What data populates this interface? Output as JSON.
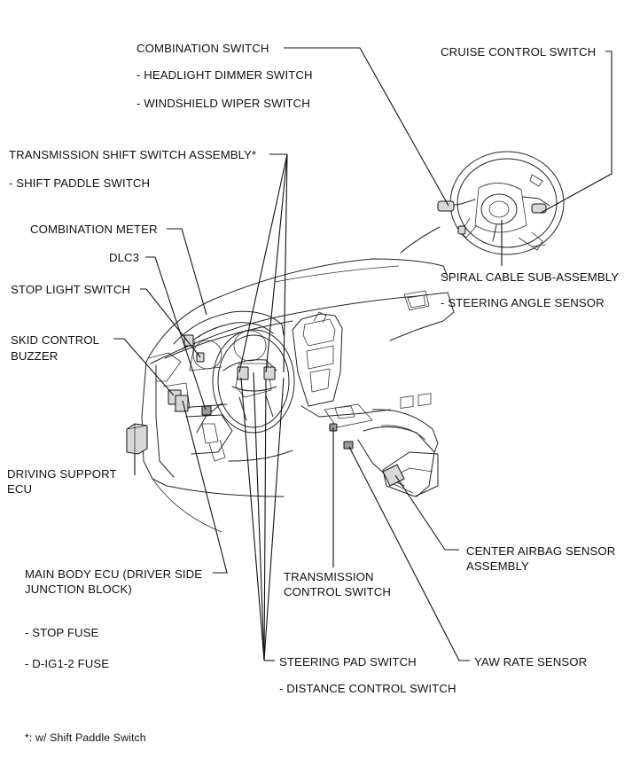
{
  "labels": {
    "combination_switch": "COMBINATION SWITCH",
    "headlight_dimmer_switch": "- HEADLIGHT DIMMER SWITCH",
    "windshield_wiper_switch": "- WINDSHIELD WIPER SWITCH",
    "cruise_control_switch": "CRUISE CONTROL SWITCH",
    "transmission_shift_switch": "TRANSMISSION SHIFT SWITCH ASSEMBLY*",
    "shift_paddle_switch": "- SHIFT PADDLE SWITCH",
    "combination_meter": "COMBINATION METER",
    "dlc3": "DLC3",
    "stop_light_switch": "STOP LIGHT SWITCH",
    "skid_control_buzzer": "SKID CONTROL\nBUZZER",
    "spiral_cable": "SPIRAL CABLE SUB-ASSEMBLY",
    "steering_angle_sensor": "- STEERING ANGLE SENSOR",
    "driving_support_ecu": "DRIVING SUPPORT\nECU",
    "main_body_ecu": "MAIN BODY ECU (DRIVER SIDE\nJUNCTION BLOCK)",
    "stop_fuse": "- STOP FUSE",
    "dig12_fuse": "- D-IG1-2 FUSE",
    "transmission_control_switch": "TRANSMISSION\nCONTROL SWITCH",
    "center_airbag_sensor": "CENTER AIRBAG SENSOR\nASSEMBLY",
    "steering_pad_switch": "STEERING PAD SWITCH",
    "distance_control_switch": "- DISTANCE CONTROL SWITCH",
    "yaw_rate_sensor": "YAW RATE SENSOR"
  },
  "footnote": "*: w/ Shift Paddle Switch"
}
